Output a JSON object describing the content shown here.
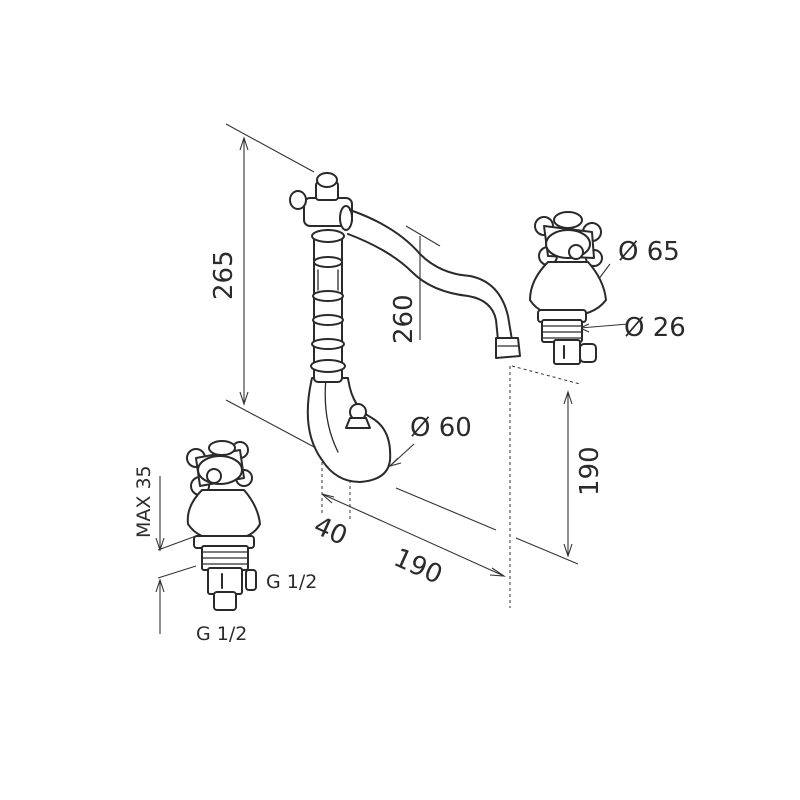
{
  "dimensions": {
    "total_height": "265",
    "spout_height": "260",
    "handle_diameter": "Ø 65",
    "stem_diameter": "Ø 26",
    "base_diameter": "Ø 60",
    "offset_depth": "190",
    "base_offset": "40",
    "spacing": "190",
    "max_thickness": "MAX 35",
    "thread_side": "G 1/2",
    "thread_bottom": "G 1/2"
  }
}
